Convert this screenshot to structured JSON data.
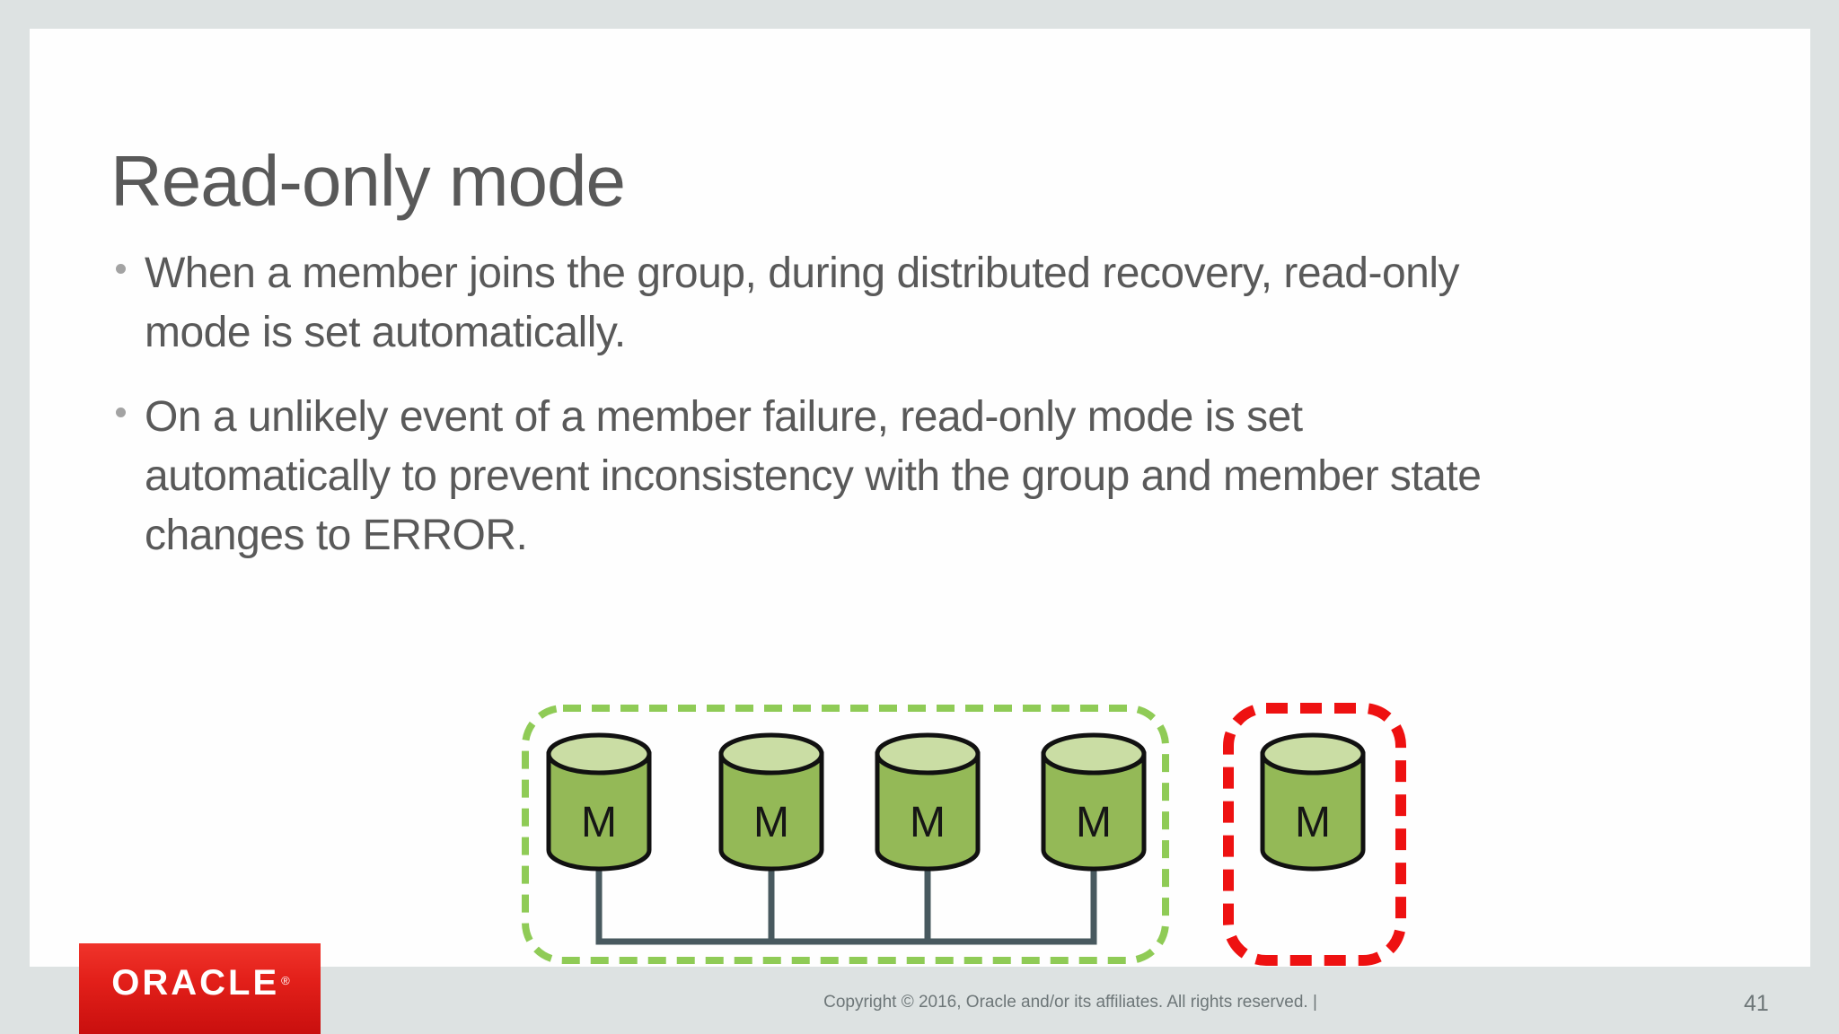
{
  "slide": {
    "title": "Read-only mode",
    "bullets": [
      {
        "lines": [
          "When a member joins the group, during distributed recovery, read-only",
          "mode is set automatically."
        ]
      },
      {
        "lines": [
          "On a unlikely event of a member failure, read-only mode is set",
          "automatically to prevent inconsistency with the group and member state",
          "changes to ERROR."
        ]
      }
    ],
    "source_url": "http://mysqlhighavailability.com/mysql-group-replication-important-behavior-and-configuration-changes/"
  },
  "diagram": {
    "group_members": [
      "M",
      "M",
      "M",
      "M"
    ],
    "failed_member": "M",
    "colors": {
      "group_border_green": "#8fcb56",
      "failed_border_red": "#ee1111",
      "cylinder_fill": "#94b957",
      "cylinder_top_fill": "#cadda4",
      "cylinder_stroke": "#111111",
      "connector": "#48595f"
    }
  },
  "footer": {
    "copyright": "Copyright © 2016, Oracle and/or its affiliates. All rights reserved.  |",
    "page_number": "41",
    "logo_text": "ORACLE",
    "logo_reg": "®"
  }
}
